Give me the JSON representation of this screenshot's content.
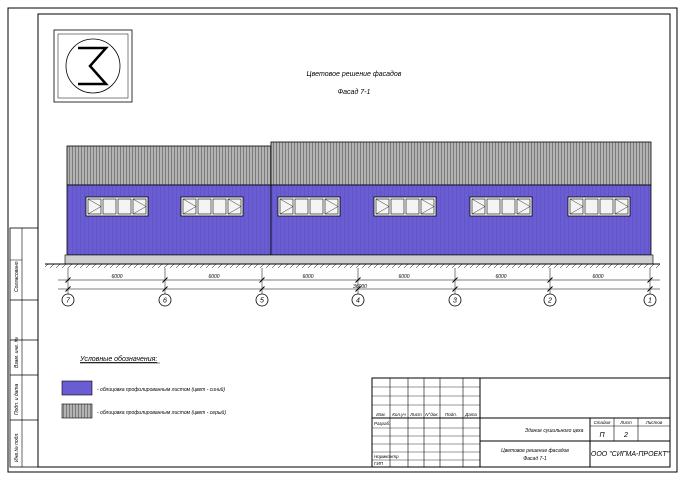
{
  "drawing": {
    "title": "Цветовое решение фасадов",
    "subtitle": "Фасад 7-1"
  },
  "left_stamps": [
    "Согласовано",
    "Взам. инв. №",
    "Подп. и дата",
    "Инв.№ подл."
  ],
  "dimensions": {
    "spans": [
      "6000",
      "6000",
      "6000",
      "6000",
      "6000",
      "6000"
    ],
    "total": "36000"
  },
  "axes": [
    "7",
    "6",
    "5",
    "4",
    "3",
    "2",
    "1"
  ],
  "legend": {
    "heading": "Условные обозначения:",
    "items": [
      {
        "label": "- облицовка профилированным листом (цвет - синий)",
        "color": "#6a5cd2"
      },
      {
        "label": "- облицовка профилированным листом (цвет - серый)",
        "color": "#a9a9a9"
      }
    ]
  },
  "title_block": {
    "columns": [
      "Изм.",
      "Кол.уч",
      "Лист",
      "N°док.",
      "Подп.",
      "Дата"
    ],
    "roles": [
      "Разраб.",
      "Нормконтр",
      "ГИП"
    ],
    "project": "Здание сушильного цеха",
    "sheet_title_line1": "Цветовое решение фасадов",
    "sheet_title_line2": "Фасад 7-1",
    "stage_label": "Стадия",
    "sheet_label": "Лист",
    "sheets_label": "Листов",
    "stage": "П",
    "sheet": "2",
    "sheets": "",
    "company": "ООО \"СИГМА-ПРОЕКТ\""
  },
  "colors": {
    "wall_blue": "#6a5cd2",
    "roof_gray": "#a9a9a9",
    "line": "#000000"
  }
}
